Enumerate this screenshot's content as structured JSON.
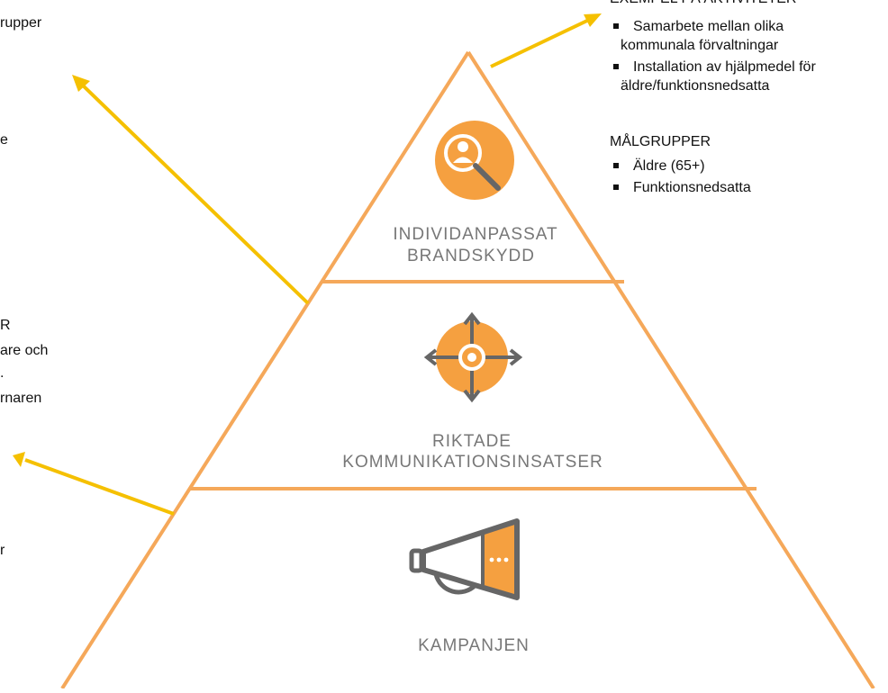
{
  "colors": {
    "pyramid_outline": "#f5a85a",
    "icon_fill": "#f5a040",
    "arrow_yellow": "#f5c000",
    "icon_gray": "#666666",
    "level_text": "#777777"
  },
  "pyramid": {
    "levels": [
      {
        "line1": "INDIVIDANPASSAT",
        "line2": "BRANDSKYDD",
        "icon": "magnifier-person-icon"
      },
      {
        "line1": "RIKTADE",
        "line2": "KOMMUNIKATIONSINSATSER",
        "icon": "target-arrows-icon"
      },
      {
        "line1": "KAMPANJEN",
        "line2": "",
        "icon": "megaphone-icon"
      }
    ]
  },
  "right_panel": {
    "activities_heading": "EXEMPEL PÅ AKTIVITETER",
    "activities": [
      {
        "line1": "Samarbete mellan olika",
        "line2": "kommunala förvaltningar"
      },
      {
        "line1": "Installation av hjälpmedel för",
        "line2": "äldre/funktionsnedsatta"
      }
    ],
    "groups_heading": "MÅLGRUPPER",
    "groups": [
      "Äldre (65+)",
      "Funktionsnedsatta"
    ]
  },
  "left_fragments": [
    "rupper",
    "e",
    "R",
    "are och",
    ".",
    "rnaren",
    "r"
  ]
}
